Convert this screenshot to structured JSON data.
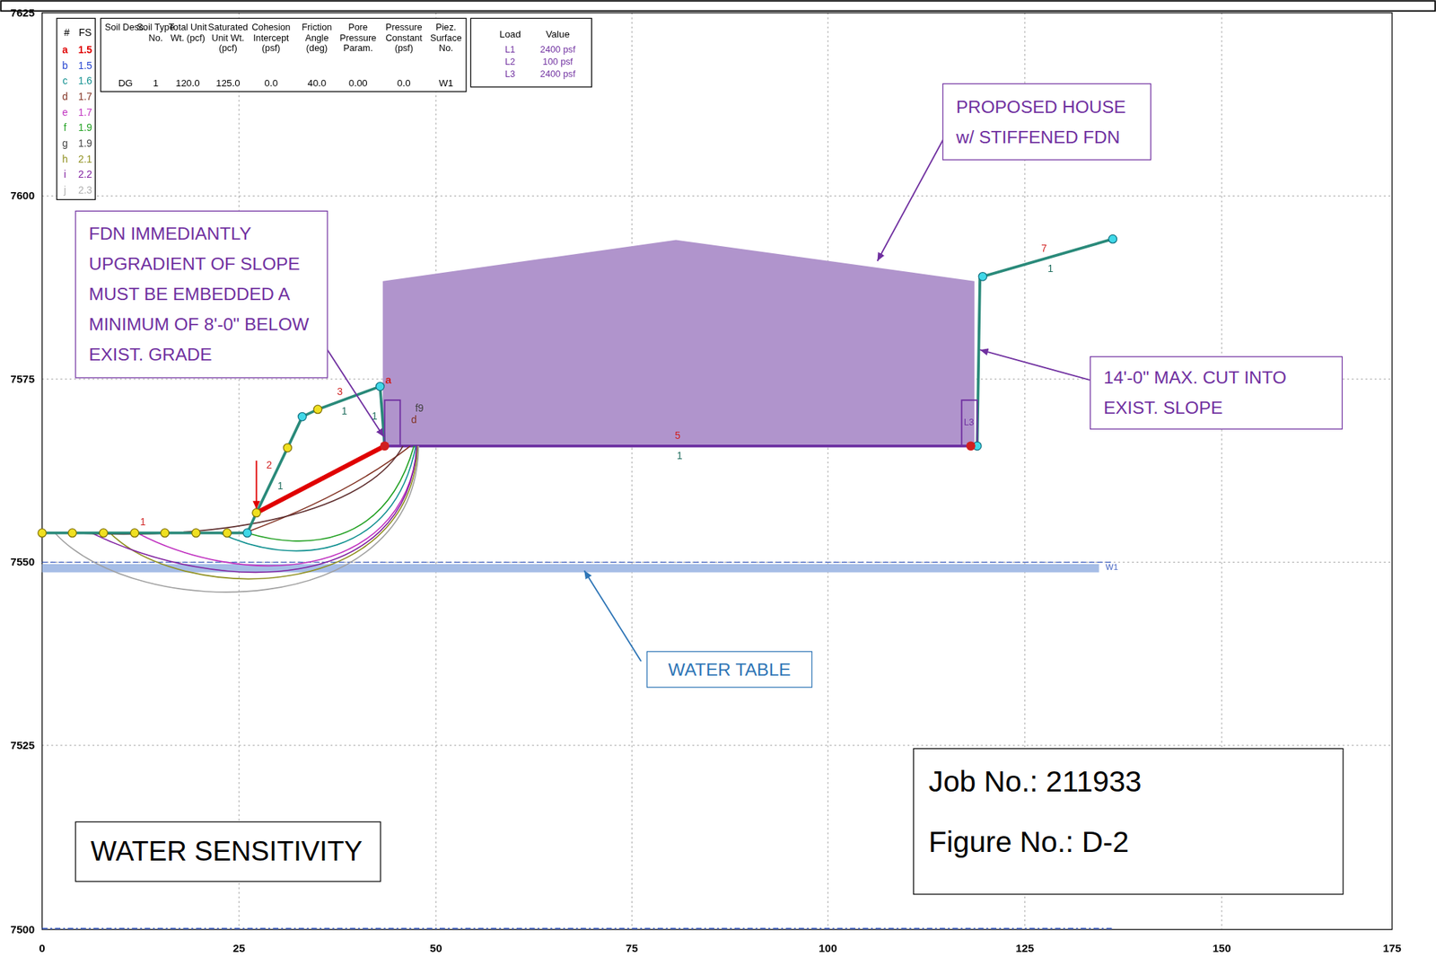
{
  "diagram": {
    "nodes": [
      {
        "text": [
          "FDN IMMEDIANTLY UPGRADIENT OF SLOPE MUST BE EMBEDDED A MINIMUM OF 8'-0\" BELOW EXIST. GRADE"
        ]
      },
      {
        "text": [
          "PROPOSED HOUSE w/ STIFFENED FDN"
        ]
      },
      {
        "text": [
          "14'-0\" MAX. CUT INTO EXIST. SLOPE"
        ]
      },
      {
        "text": [
          "WATER TABLE"
        ]
      },
      {
        "text": [
          "WATER SENSITIVITY"
        ]
      },
      {
        "text": [
          "Job No.: 211933",
          "Figure No.: D-2"
        ]
      }
    ],
    "labels": [
      "7625",
      "7600",
      "7575",
      "7550",
      "7525",
      "7500",
      "0",
      "25",
      "50",
      "75",
      "100",
      "125",
      "150",
      "175",
      "#",
      "FS",
      "a",
      "1.5",
      "b",
      "1.5",
      "c",
      "1.6",
      "d",
      "1.7",
      "e",
      "1.7",
      "f",
      "1.9",
      "g",
      "1.9",
      "h",
      "2.1",
      "i",
      "2.2",
      "j",
      "2.3",
      "Soil Desc.",
      "Soil Type No.",
      "Total Unit Wt. (pcf)",
      "Saturated Unit Wt. (pcf)",
      "Cohesion Intercept (psf)",
      "Friction Angle (deg)",
      "Pore Pressure Param.",
      "Pressure Constant (psf)",
      "Piez. Surface No.",
      "DG",
      "1",
      "120.0",
      "125.0",
      "0.0",
      "40.0",
      "0.00",
      "0.0",
      "W1",
      "Load",
      "Value",
      "L1",
      "2400 psf",
      "L2",
      "100 psf",
      "L3",
      "2400 psf",
      "1",
      "2",
      "3",
      "5",
      "7",
      "1",
      "1",
      "1",
      "1",
      "1",
      "a",
      "f9",
      "d",
      "L3",
      "W1"
    ]
  }
}
